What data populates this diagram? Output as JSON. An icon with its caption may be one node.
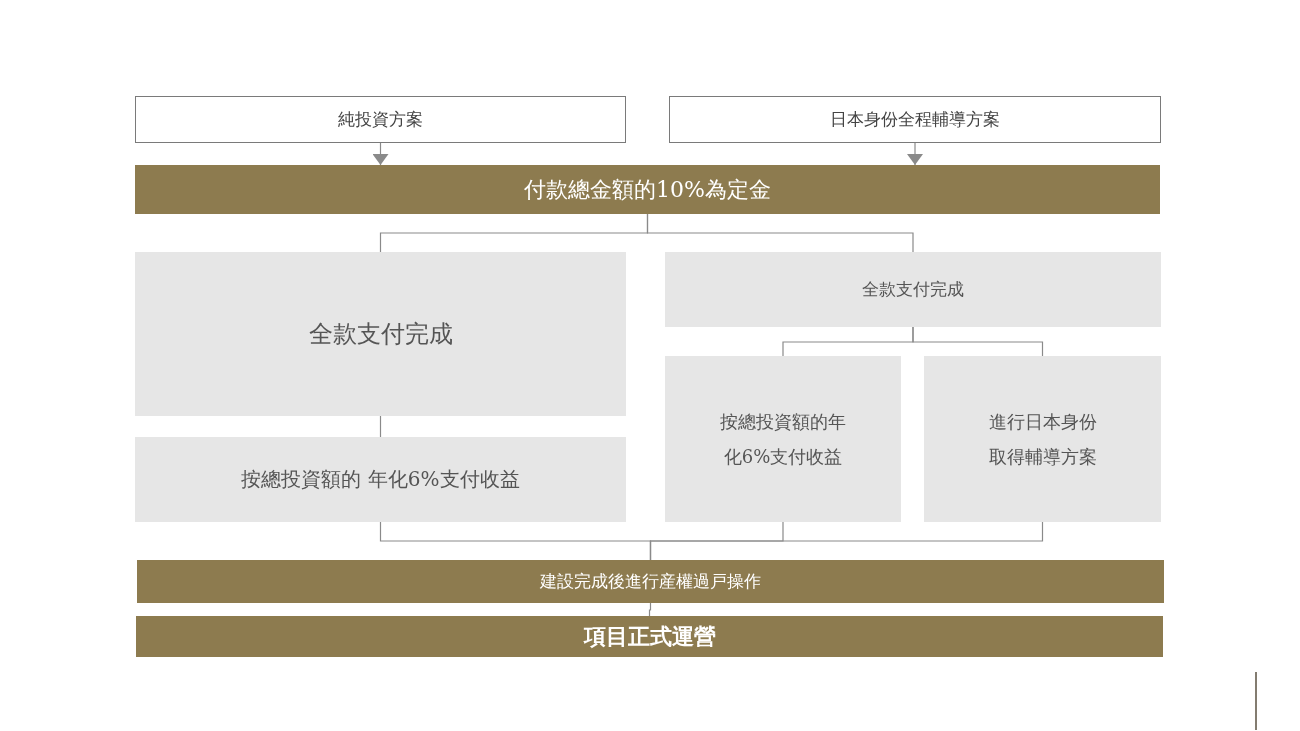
{
  "diagram": {
    "nodes": [
      {
        "text": [
          "純投資方案"
        ]
      },
      {
        "text": [
          "日本身份全程輔導方案"
        ]
      },
      {
        "text": [
          "付款總金額的10%為定金"
        ]
      },
      {
        "text": [
          "全款支付完成"
        ]
      },
      {
        "text": [
          "按總投資額的 年化6%支付收益"
        ]
      },
      {
        "text": [
          "全款支付完成"
        ]
      },
      {
        "text": [
          "按總投資額的年化6%支付收益"
        ]
      },
      {
        "text": [
          "進行日本身份取得輔導方案"
        ]
      },
      {
        "text": [
          "建設完成後進行産權過戸操作"
        ]
      },
      {
        "text": [
          "項目正式運營"
        ]
      }
    ],
    "edges": [
      {
        "from": 0,
        "to": 2,
        "arrow": "to"
      },
      {
        "from": 1,
        "to": 2,
        "arrow": "to"
      },
      {
        "from": 2,
        "to": 3,
        "arrow": "none"
      },
      {
        "from": 2,
        "to": 5,
        "arrow": "none"
      },
      {
        "from": 3,
        "to": 4,
        "arrow": "none"
      },
      {
        "from": 5,
        "to": 6,
        "arrow": "none"
      },
      {
        "from": 5,
        "to": 7,
        "arrow": "none"
      },
      {
        "from": 4,
        "to": 8,
        "arrow": "none"
      },
      {
        "from": 6,
        "to": 8,
        "arrow": "none"
      },
      {
        "from": 7,
        "to": 8,
        "arrow": "none"
      },
      {
        "from": 8,
        "to": 9,
        "arrow": "none"
      }
    ]
  }
}
